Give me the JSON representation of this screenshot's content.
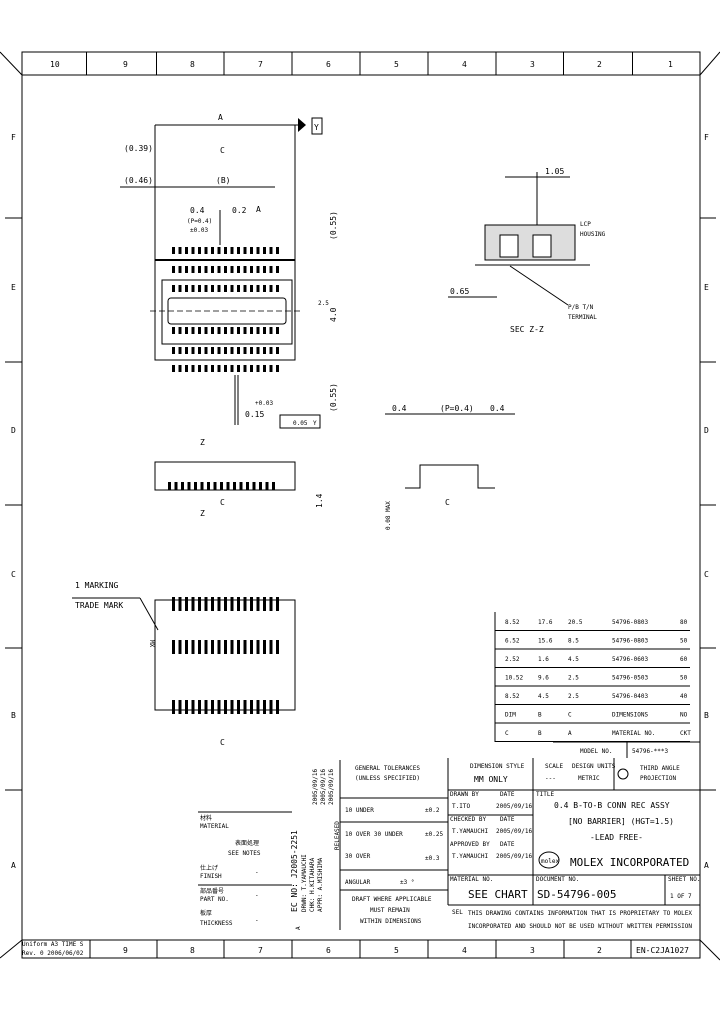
{
  "zones": {
    "columns": [
      "10",
      "9",
      "8",
      "7",
      "6",
      "5",
      "4",
      "3",
      "2",
      "1"
    ],
    "bottom_columns": [
      "9",
      "8",
      "7",
      "6",
      "5",
      "4",
      "3",
      "2"
    ],
    "rows": [
      "F",
      "E",
      "D",
      "C",
      "B",
      "A"
    ]
  },
  "plan_view": {
    "dim_a": "A",
    "dim_c": "C",
    "dim_b": "(B)",
    "dim_039": "(0.39)",
    "dim_046": "(0.46)",
    "pitch": "0.4",
    "pitch_tol": "(P=0.4)",
    "pitch_tol2": "±0.03",
    "dim_02": "0.2",
    "datum_flag": "A",
    "datum_y": "Y",
    "dim_top": "(0.55)",
    "dim_bottom": "(0.55)",
    "dim_height": "4.0",
    "dim_width2": "2.5",
    "pin_width": "0.15",
    "pin_tol": "+0.03",
    "position_tol": "0.05",
    "position_datum": "Y"
  },
  "section_view": {
    "dim_105": "1.05",
    "housing_material": "HOUSING",
    "housing_label": "LCP",
    "dim_065": "0.65",
    "terminal_label": "TERMINAL",
    "terminal_material": "P/B  T/N",
    "caption": "SEC  Z-Z"
  },
  "side_view": {
    "arrow_z1": "Z",
    "arrow_z2": "Z",
    "dim_c": "C",
    "dim_14": "1.4",
    "dim_04a": "0.4",
    "dim_p": "(P=0.4)",
    "dim_04b": "0.4",
    "dim_c2": "C",
    "dim_coplanar": "0.08 MAX",
    "note_z": "Z"
  },
  "bottom_view": {
    "label1": "1 MARKING",
    "label2": "TRADE MARK",
    "logo": "MX",
    "dim_c": "C"
  },
  "chart_table": {
    "rows": [
      [
        "8.52",
        "17.6",
        "20.5",
        "54796-0803",
        "80"
      ],
      [
        "6.52",
        "15.6",
        "8.5",
        "54796-0803",
        "50"
      ],
      [
        "2.52",
        "1.6",
        "4.5",
        "54796-0603",
        "60"
      ],
      [
        "10.52",
        "9.6",
        "2.5",
        "54796-0503",
        "50"
      ],
      [
        "8.52",
        "4.5",
        "2.5",
        "54796-0403",
        "40"
      ],
      [
        "DIM",
        "B",
        "C",
        "DIMENSIONS",
        "NO"
      ]
    ],
    "header": [
      "C",
      "B",
      "A",
      "MATERIAL NO.",
      "CKT"
    ]
  },
  "title_block": {
    "model_label": "MODEL NO.",
    "model_value": "54796-***3",
    "general_tol_line1": "GENERAL TOLERANCES",
    "general_tol_line2": "(UNLESS SPECIFIED)",
    "tol1_label": "10 UNDER",
    "tol1_value": "±0.2",
    "tol2_label": "10 OVER  30 UNDER",
    "tol2_value": "±0.25",
    "tol3_label": "30 OVER",
    "tol3_value": "±0.3",
    "angular_label": "ANGULAR",
    "angular_value": "±3 °",
    "draft_line1": "DRAFT WHERE APPLICABLE",
    "draft_line2": "MUST REMAIN",
    "draft_line3": "WITHIN DIMENSIONS",
    "dim_style_label": "DIMENSION STYLE",
    "dim_style_value": "MM ONLY",
    "scale_label": "SCALE",
    "scale_value": "---",
    "design_units_label": "DESIGN UNITS",
    "design_units_value": "METRIC",
    "projection_line1": "THIRD ANGLE",
    "projection_line2": "PROJECTION",
    "drawn_by_label": "DRAWN BY",
    "drawn_by": "T.ITO",
    "drawn_date_label": "DATE",
    "drawn_date": "2005/09/16",
    "checked_by_label": "CHECKED BY",
    "checked_by": "T.YAMAUCHI",
    "checked_date_label": "DATE",
    "checked_date": "2005/09/16",
    "approved_by_label": "APPROVED BY",
    "approved_by": "T.YAMAUCHI",
    "approved_date_label": "DATE",
    "approved_date": "2005/09/16",
    "title_label": "TITLE",
    "title_line1": "0.4 B-TO-B CONN REC ASSY",
    "title_line2": "[NO BARRIER] (HGT=1.5)",
    "title_line3": "-LEAD FREE-",
    "company": "MOLEX INCORPORATED",
    "logo": "molex",
    "material_label": "MATERIAL NO.",
    "material_value": "SEE CHART",
    "document_label": "DOCUMENT NO.",
    "document_value": "SD-54796-005",
    "sheet_label": "SHEET NO.",
    "sheet_value": "1 OF 7",
    "proprietary_line1": "THIS DRAWING CONTAINS INFORMATION THAT IS PROPRIETARY TO MOLEX",
    "proprietary_line2": "INCORPORATED AND SHOULD NOT BE USED WITHOUT WRITTEN PERMISSION",
    "sel_label": "SEL"
  },
  "revision": {
    "rev": "A",
    "ec_no": "EC NO: J2005-2251",
    "drwn": "DRWN: T.YAMAUCHI",
    "chkd": "CHK: H.KITAHARA",
    "appr": "APPR: A.MISHIMA",
    "date1": "2005/09/16",
    "date2": "2005/09/16",
    "date3": "2005/09/16",
    "rev_desc": "RELEASED"
  },
  "plating_box": {
    "heading1": "表面処理",
    "heading2": "SEE NOTES",
    "row1_label": "仕上げ",
    "row1_sub": "FINISH",
    "row1_value": "-",
    "row2_label": "部品番号",
    "row2_sub": "PART NO.",
    "row2_value": "-",
    "row3_label": "板厚",
    "row3_sub": "THICKNESS",
    "row3_value": "-",
    "top_label": "材料",
    "top_sub": "MATERIAL"
  },
  "footer": {
    "left_line1": "Uniform A3 TIME S",
    "left_line2": "Rev. 0 2006/06/02",
    "right": "EN-C2JA1027"
  }
}
